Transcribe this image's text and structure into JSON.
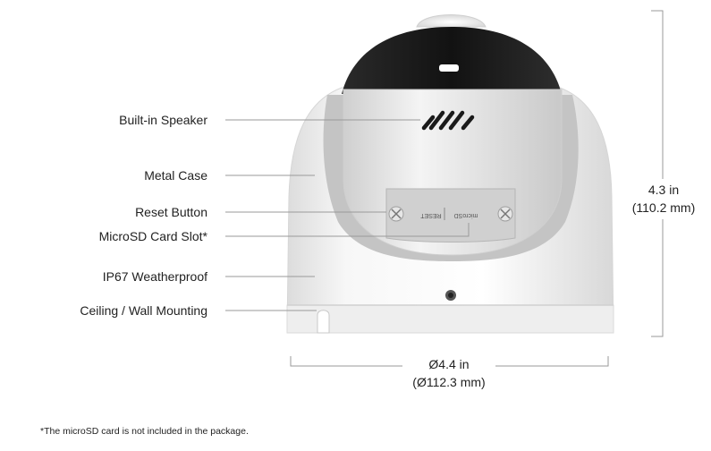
{
  "callouts": [
    {
      "id": "speaker",
      "text": "Built-in Speaker"
    },
    {
      "id": "case",
      "text": "Metal Case"
    },
    {
      "id": "reset",
      "text": "Reset Button"
    },
    {
      "id": "microsd",
      "text": "MicroSD Card Slot*"
    },
    {
      "id": "weather",
      "text": "IP67 Weatherproof"
    },
    {
      "id": "mount",
      "text": "Ceiling / Wall Mounting"
    }
  ],
  "dimensions": {
    "height_in": "4.3 in",
    "height_mm": "(110.2 mm)",
    "diameter_in": "Ø4.4 in",
    "diameter_mm": "(Ø112.3 mm)"
  },
  "panel_text": {
    "reset": "RESET",
    "microsd": "microSD"
  },
  "footnote": "*The microSD card is not included in the package.",
  "colors": {
    "housing": "#f2f2f2",
    "dome": "#1e1e1e",
    "lines": "#9a9a9a",
    "text": "#222222"
  }
}
